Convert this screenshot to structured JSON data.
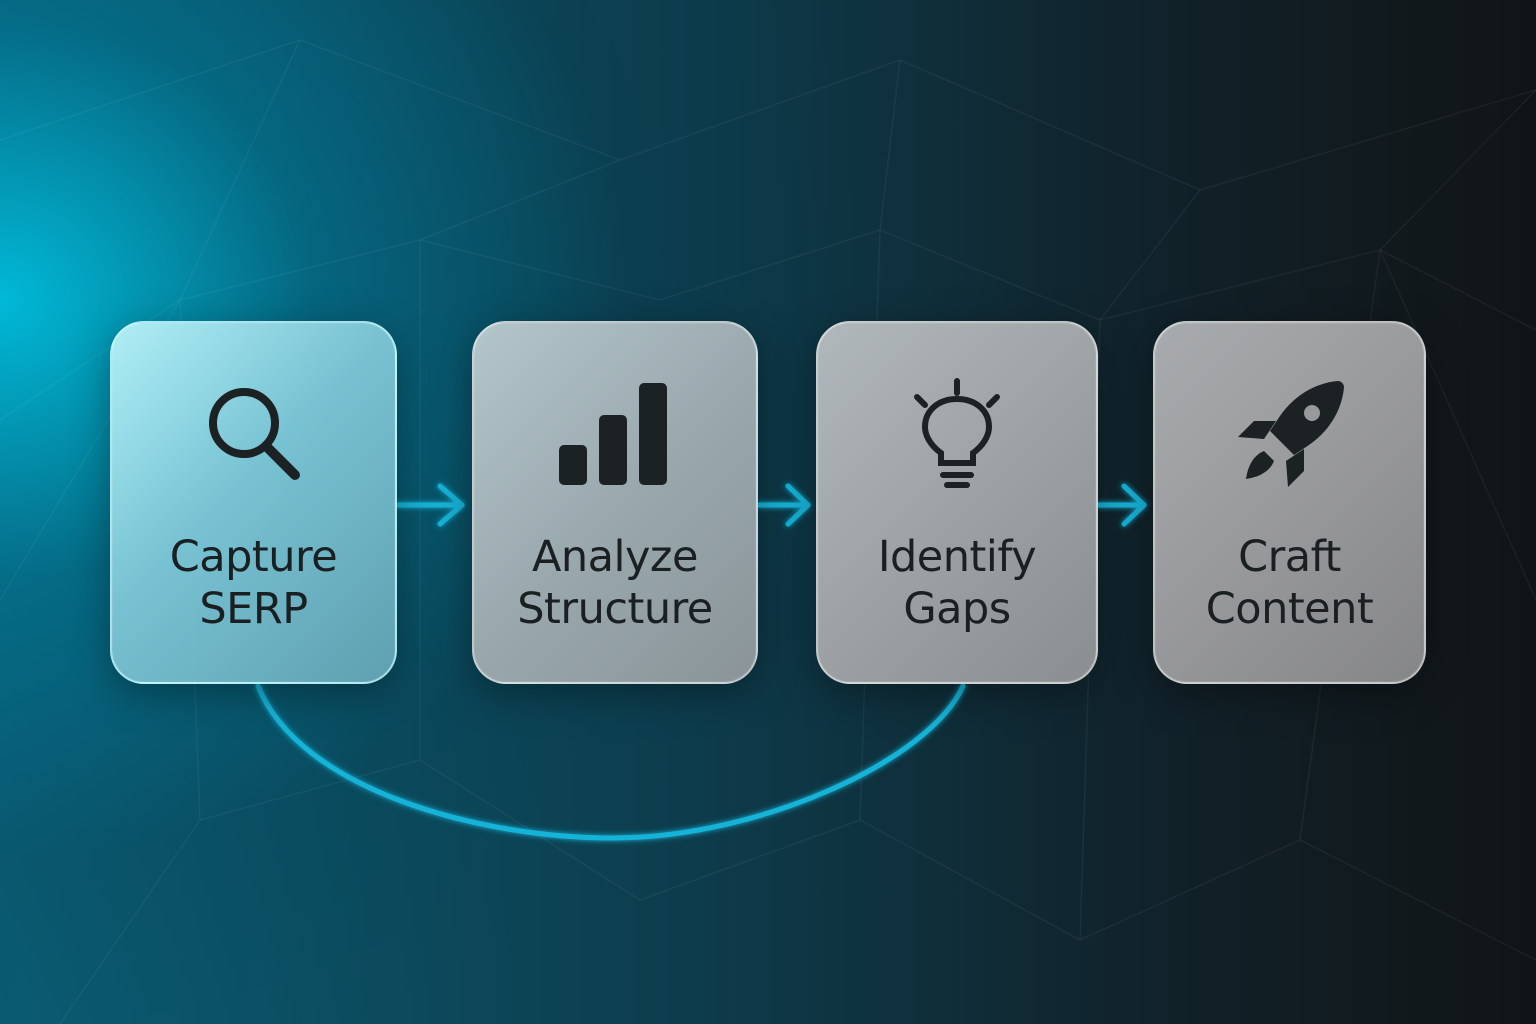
{
  "steps": [
    {
      "line1": "Capture",
      "line2": "SERP",
      "icon": "search-icon"
    },
    {
      "line1": "Analyze",
      "line2": "Structure",
      "icon": "bar-chart-icon"
    },
    {
      "line1": "Identify",
      "line2": "Gaps",
      "icon": "lightbulb-icon"
    },
    {
      "line1": "Craft",
      "line2": "Content",
      "icon": "rocket-icon"
    }
  ],
  "colors": {
    "connector": "#14b3d8",
    "text": "#1a1f22",
    "icon": "#1c2124"
  }
}
